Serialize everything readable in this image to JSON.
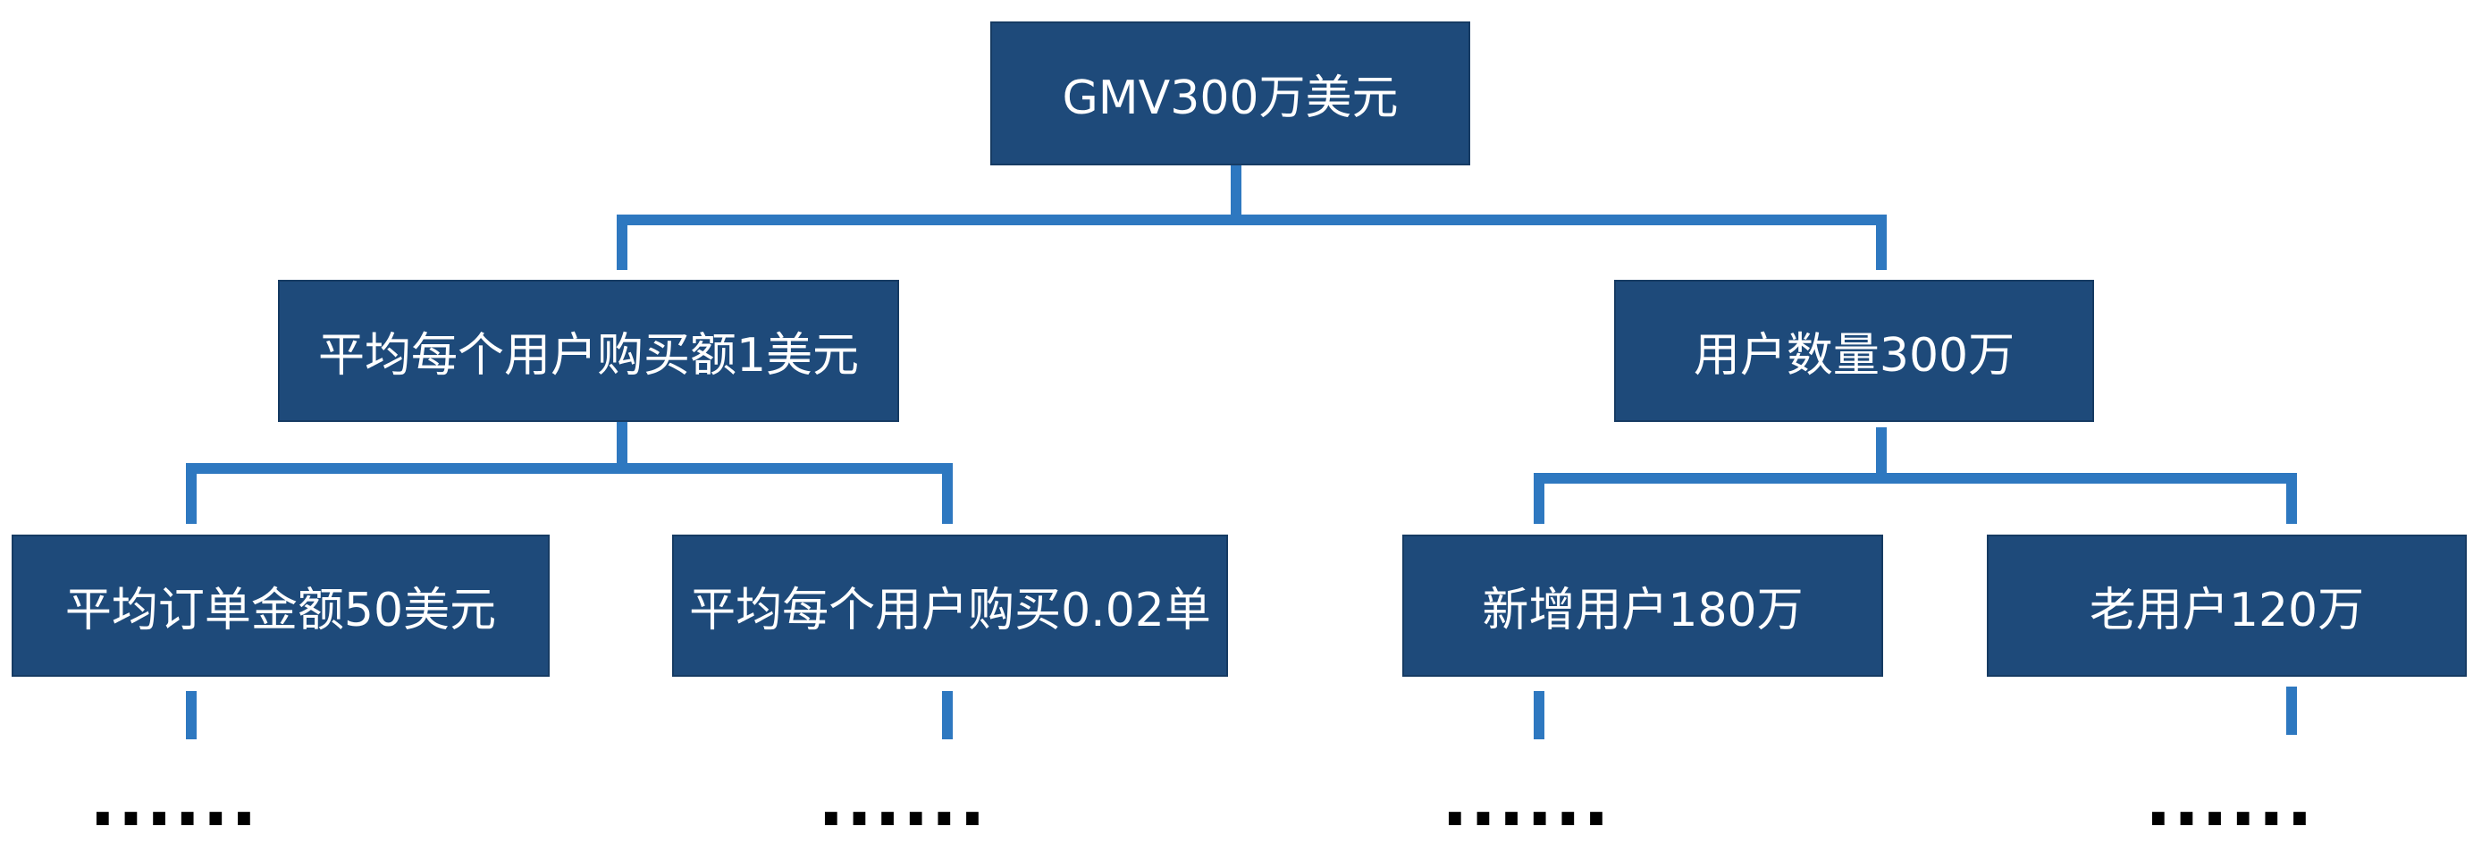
{
  "root": {
    "label": "GMV300万美元"
  },
  "level1": [
    {
      "label": "平均每个用户购买额1美元"
    },
    {
      "label": "用户数量300万"
    }
  ],
  "level2": [
    {
      "label": "平均订单金额50美元"
    },
    {
      "label": "平均每个用户购买0.02单"
    },
    {
      "label": "新增用户180万"
    },
    {
      "label": "老用户120万"
    }
  ],
  "continuation": "......",
  "colors": {
    "box_fill": "#1e4a7a",
    "box_border": "#163b63",
    "connector": "#2e78c0",
    "text": "#ffffff"
  }
}
